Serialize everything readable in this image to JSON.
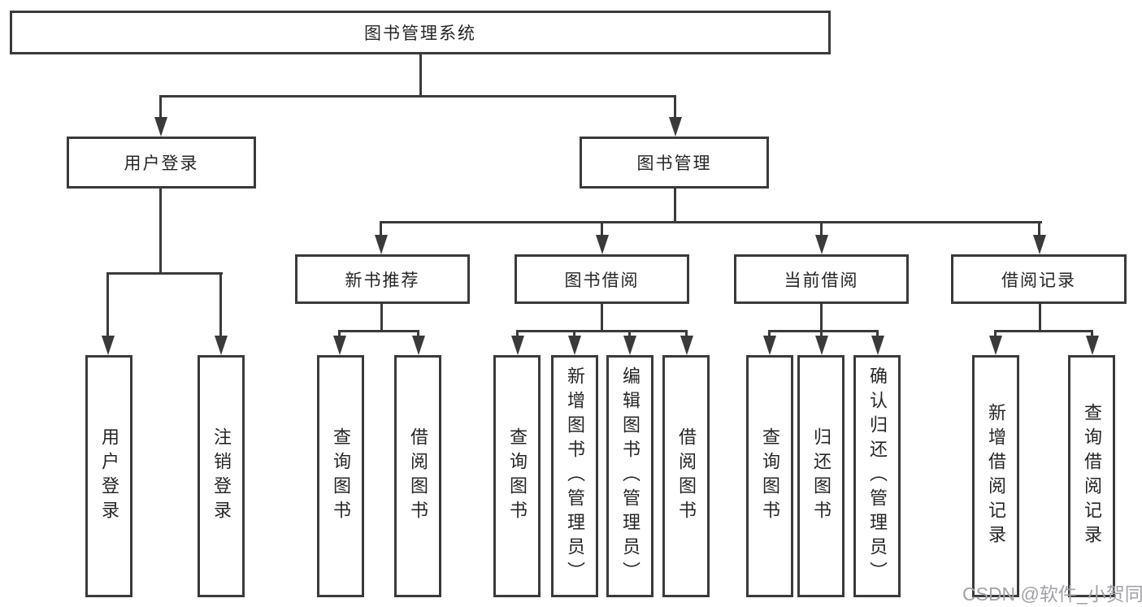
{
  "diagram": {
    "root": {
      "label": "图书管理系统"
    },
    "level2": {
      "user_login": {
        "label": "用户登录"
      },
      "book_management": {
        "label": "图书管理"
      }
    },
    "level3": {
      "new_book_recommend": {
        "label": "新书推荐"
      },
      "book_borrow": {
        "label": "图书借阅"
      },
      "current_borrow": {
        "label": "当前借阅"
      },
      "borrow_records": {
        "label": "借阅记录"
      }
    },
    "leaves": {
      "user_login": {
        "label": "用户登录"
      },
      "logout": {
        "label": "注销登录"
      },
      "recommend_query_books": {
        "label": "查询图书"
      },
      "recommend_borrow_books": {
        "label": "借阅图书"
      },
      "borrow_query_books": {
        "label": "查询图书"
      },
      "borrow_add_books_admin": {
        "label": "新增图书（管理员）"
      },
      "borrow_edit_books_admin": {
        "label": "编辑图书（管理员）"
      },
      "borrow_borrow_books": {
        "label": "借阅图书"
      },
      "current_query_books": {
        "label": "查询图书"
      },
      "current_return_books": {
        "label": "归还图书"
      },
      "current_confirm_return_admin": {
        "label": "确认归还（管理员）"
      },
      "records_add_record": {
        "label": "新增借阅记录"
      },
      "records_query_record": {
        "label": "查询借阅记录"
      }
    }
  },
  "watermark": {
    "text": "CSDN @软件_小贺同学"
  },
  "colors": {
    "line": "#3a3a3a",
    "text": "#262626",
    "background": "#ffffff",
    "watermark": "#a2a2a7"
  }
}
